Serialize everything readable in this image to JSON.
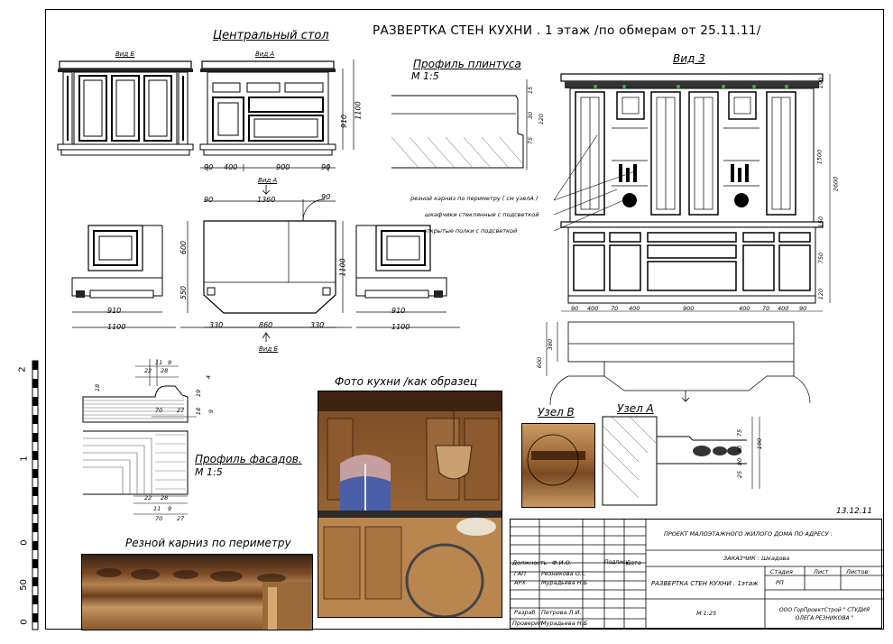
{
  "sheet": {
    "title": "РАЗВЕРТКА СТЕН КУХНИ . 1 этаж /по обмерам от 25.11.11/",
    "date": "13.12.11"
  },
  "central_table": {
    "heading": "Центральный стол",
    "view_b_label": "Вид Б",
    "view_a_label": "Вид А",
    "dims_front": [
      "90",
      "400",
      "900",
      "90"
    ],
    "dims_height": [
      "910",
      "1100"
    ],
    "plan_dims_top": [
      "90",
      "1360",
      "90"
    ],
    "plan_dims_bottom": [
      "330",
      "860",
      "330"
    ],
    "plan_dims_side": [
      "600",
      "550",
      "1100"
    ],
    "plan_view_a": "Вид А",
    "plan_view_b": "Вид Б",
    "side_dims": [
      "910",
      "1100"
    ]
  },
  "plinth": {
    "heading": "Профиль плинтуса",
    "scale": "М 1:5",
    "dims": [
      "15",
      "30",
      "120",
      "75"
    ]
  },
  "view3": {
    "heading": "Вид 3",
    "notes": [
      "резной карниз по периметру ( см узелА )",
      "шкафчики стеклянные с подсветкой",
      "открытые полки с подсветкой"
    ],
    "dims_right": [
      "190",
      "1500",
      "2600",
      "150",
      "750",
      "120"
    ],
    "dims_bottom": [
      "90",
      "400",
      "70",
      "400",
      "900",
      "400",
      "70",
      "400",
      "90"
    ],
    "plan_dims": [
      "600",
      "380"
    ]
  },
  "facade_profile": {
    "heading": "Профиль фасадов.",
    "scale": "М 1:5",
    "dims_top": [
      "11",
      "9",
      "22",
      "28",
      "18",
      "4",
      "19",
      "18",
      "9"
    ],
    "dims_bottom": [
      "70",
      "27",
      "22",
      "28",
      "11",
      "9",
      "70",
      "27"
    ]
  },
  "scale_bar": {
    "labels": [
      "2",
      "1",
      "0",
      "50",
      "0"
    ]
  },
  "photo": {
    "heading": "Фото кухни /как образец"
  },
  "cornice": {
    "heading": "Резной карниз по периметру"
  },
  "nodes": {
    "node_b": "Узел В",
    "node_a": "Узел А",
    "dims": [
      "75",
      "20",
      "190",
      "25",
      "80"
    ]
  },
  "stamp": {
    "project": "ПРОЕКТ МАЛОЭТАЖНОГО ЖИЛОГО ДОМА ПО АДРЕСУ :",
    "customer": "ЗАКАЗЧИК : Шкадова",
    "col_headers": [
      "Должность",
      "Ф.И.О.",
      "Подпись",
      "Дата"
    ],
    "rows": [
      {
        "role": "ГАП",
        "name": "Резникова О.С"
      },
      {
        "role": "АРХ",
        "name": "Мурадьева Н.Б"
      },
      {
        "role": "Разраб",
        "name": "Петрова Л.И."
      },
      {
        "role": "Проверил",
        "name": "Мурадьева Н.Б"
      }
    ],
    "sheet_title": "РАЗВЕРТКА СТЕН КУХНИ . 1этаж",
    "stage_headers": [
      "Стадия",
      "Лист",
      "Листов"
    ],
    "stage": "РП",
    "scale": "М 1:25",
    "org": "ООО ГорПроектСтрой \" СТУДИЯ ОЛЕГА РЕЗНИКОВА \""
  },
  "colors": {
    "ink": "#000000",
    "wood_light": "#c99a62",
    "wood_dark": "#6b3f1e",
    "window_blue": "#4a5fa8",
    "hatch": "#555555"
  }
}
